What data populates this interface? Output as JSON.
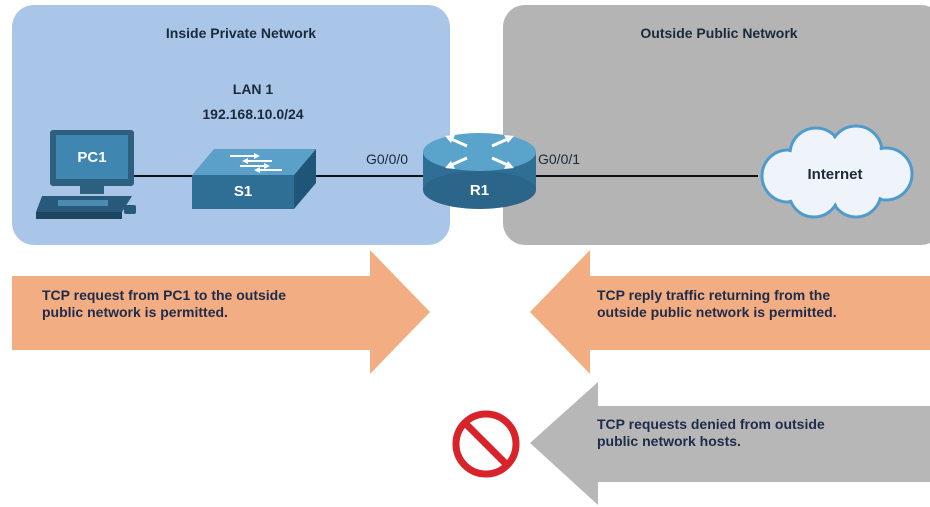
{
  "zones": {
    "inside": {
      "title": "Inside Private Network"
    },
    "outside": {
      "title": "Outside Public Network"
    }
  },
  "lan": {
    "name": "LAN 1",
    "subnet": "192.168.10.0/24"
  },
  "devices": {
    "pc": {
      "label": "PC1"
    },
    "switch": {
      "label": "S1"
    },
    "router": {
      "label": "R1"
    },
    "cloud": {
      "label": "Internet"
    }
  },
  "ports": {
    "inside": "G0/0/0",
    "outside": "G0/0/1"
  },
  "arrows": {
    "permitted_out": {
      "line1": "TCP request from PC1 to the outside",
      "line2": "public network is permitted."
    },
    "permitted_in": {
      "line1": "TCP reply traffic returning from the",
      "line2": "outside public network is permitted."
    },
    "denied_in": {
      "line1": "TCP requests denied from outside",
      "line2": "public network hosts."
    }
  },
  "colors": {
    "inside_zone": "#a9c6e8",
    "outside_zone": "#b4b4b4",
    "orange_arrow": "#f3ad82",
    "gray_arrow": "#b7b7b7",
    "device_blue": "#2f6f96",
    "deny_red": "#d8232a"
  },
  "icons": {
    "pc": "desktop-computer-icon",
    "switch": "switch-icon",
    "router": "router-icon",
    "cloud": "cloud-icon",
    "deny": "prohibited-icon"
  }
}
